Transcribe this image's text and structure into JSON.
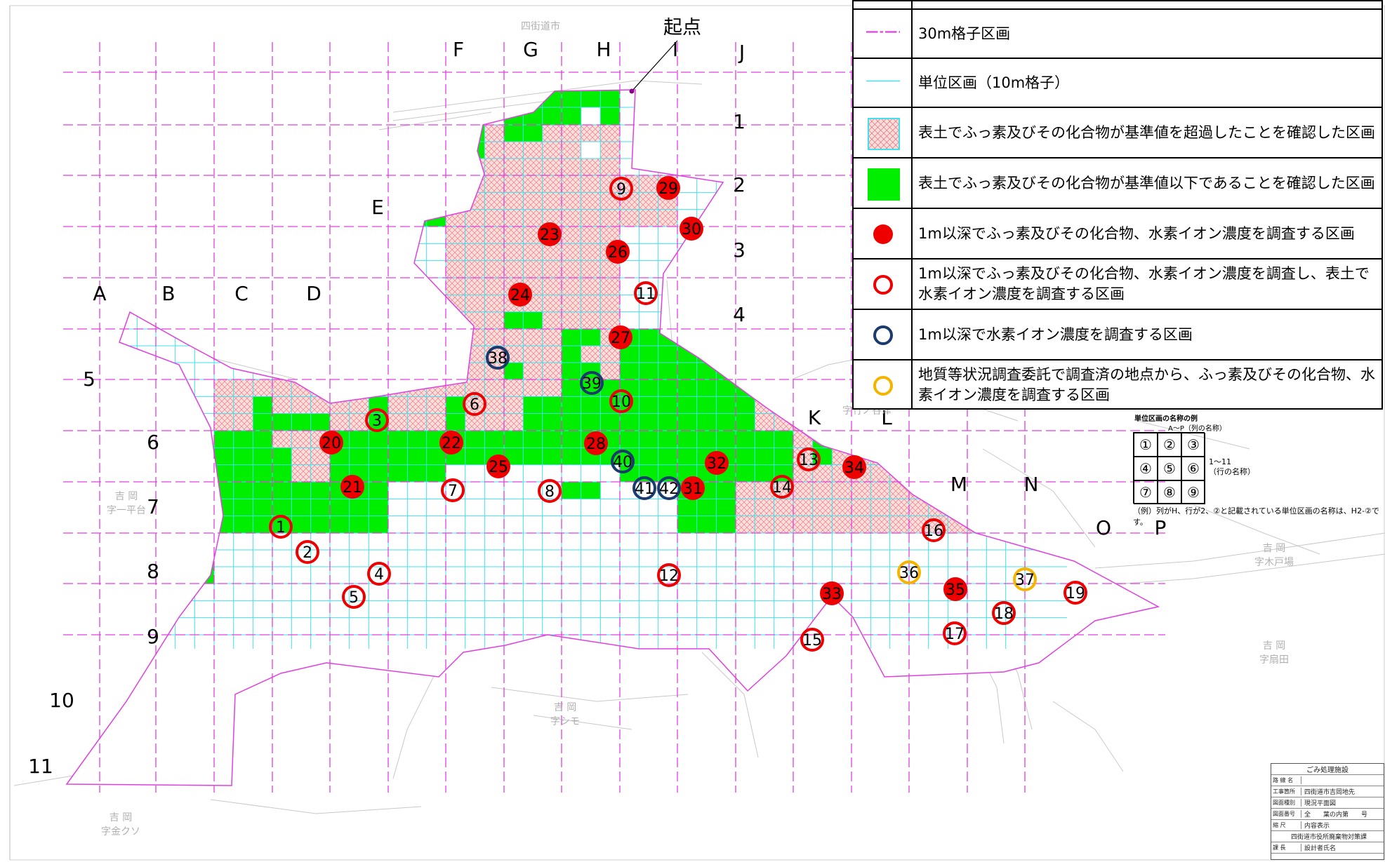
{
  "origin_label": "起点",
  "col_labels": [
    "A",
    "B",
    "C",
    "D",
    "E",
    "F",
    "G",
    "H",
    "I",
    "J",
    "K",
    "L",
    "M",
    "N",
    "O",
    "P"
  ],
  "row_labels": [
    "1",
    "2",
    "3",
    "4",
    "5",
    "6",
    "7",
    "8",
    "9",
    "10",
    "11"
  ],
  "background_place_names": [
    "四街道市",
    "吉 岡",
    "字シモ",
    "吉 岡",
    "字金クソ",
    "字竹ノ谷津",
    "吉 岡",
    "字木戸場",
    "吉 岡",
    "字扇田",
    "字一平台",
    "吉 岡"
  ],
  "legend": {
    "items": [
      {
        "symbol": "magenta-dashed-line",
        "text": "30m格子区画"
      },
      {
        "symbol": "cyan-line",
        "text": "単位区画（10m格子）"
      },
      {
        "symbol": "pink-hatch",
        "text": "表土でふっ素及びその化合物が基準値を超過したことを確認した区画"
      },
      {
        "symbol": "green-fill",
        "text": "表土でふっ素及びその化合物が基準値以下であることを確認した区画"
      },
      {
        "symbol": "red-dot",
        "text": "1m以深でふっ素及びその化合物、水素イオン濃度を調査する区画"
      },
      {
        "symbol": "red-ring",
        "text": "1m以深でふっ素及びその化合物、水素イオン濃度を調査し、表土で水素イオン濃度を調査する区画"
      },
      {
        "symbol": "blue-ring",
        "text": "1m以深で水素イオン濃度を調査する区画"
      },
      {
        "symbol": "yellow-ring",
        "text": "地質等状況調査委託で調査済の地点から、ふっ素及びその化合物、水素イオン濃度を調査する区画"
      }
    ]
  },
  "unit_example": {
    "title": "単位区画の名称の例",
    "subtitle": "A～P（列の名称）",
    "cells": [
      "①",
      "②",
      "③",
      "④",
      "⑤",
      "⑥",
      "⑦",
      "⑧",
      "⑨"
    ],
    "side_label": "1～11\n（行の名称）",
    "note": "（例）列がH、行が2、②と記載されている単位区画の名称は、H2-②です。"
  },
  "title_block": {
    "header": "ごみ処理施設",
    "rows": [
      {
        "key": "路 線 名",
        "value": ""
      },
      {
        "key": "工事箇所",
        "value": "四街道市吉岡地先"
      },
      {
        "key": "図面種別",
        "value": "現況平面図"
      },
      {
        "key": "図面番号",
        "value": "全　　葉の内第　　号"
      },
      {
        "key": "縮 尺",
        "value": "内容表示"
      },
      {
        "key": "",
        "value": "四街道市役所廃棄物対策課"
      },
      {
        "key": "課 長",
        "value": "設計者氏名"
      }
    ]
  },
  "points": [
    {
      "id": "1",
      "type": "red-ring"
    },
    {
      "id": "2",
      "type": "red-ring"
    },
    {
      "id": "3",
      "type": "red-ring"
    },
    {
      "id": "4",
      "type": "red-ring"
    },
    {
      "id": "5",
      "type": "red-ring"
    },
    {
      "id": "6",
      "type": "red-ring"
    },
    {
      "id": "7",
      "type": "red-ring"
    },
    {
      "id": "8",
      "type": "red-ring"
    },
    {
      "id": "9",
      "type": "red-ring"
    },
    {
      "id": "10",
      "type": "red-ring"
    },
    {
      "id": "11",
      "type": "red-ring"
    },
    {
      "id": "12",
      "type": "red-ring"
    },
    {
      "id": "13",
      "type": "red-ring"
    },
    {
      "id": "14",
      "type": "red-ring"
    },
    {
      "id": "15",
      "type": "red-ring"
    },
    {
      "id": "16",
      "type": "red-ring"
    },
    {
      "id": "17",
      "type": "red-ring"
    },
    {
      "id": "18",
      "type": "red-ring"
    },
    {
      "id": "19",
      "type": "red-ring"
    },
    {
      "id": "20",
      "type": "red-dot"
    },
    {
      "id": "21",
      "type": "red-dot"
    },
    {
      "id": "22",
      "type": "red-dot"
    },
    {
      "id": "23",
      "type": "red-dot"
    },
    {
      "id": "24",
      "type": "red-dot"
    },
    {
      "id": "25",
      "type": "red-dot"
    },
    {
      "id": "26",
      "type": "red-dot"
    },
    {
      "id": "27",
      "type": "red-dot"
    },
    {
      "id": "28",
      "type": "red-dot"
    },
    {
      "id": "29",
      "type": "red-dot"
    },
    {
      "id": "30",
      "type": "red-dot"
    },
    {
      "id": "31",
      "type": "red-dot"
    },
    {
      "id": "32",
      "type": "red-dot"
    },
    {
      "id": "33",
      "type": "red-dot"
    },
    {
      "id": "34",
      "type": "red-dot"
    },
    {
      "id": "35",
      "type": "red-dot"
    },
    {
      "id": "36",
      "type": "yellow-ring"
    },
    {
      "id": "37",
      "type": "yellow-ring"
    },
    {
      "id": "38",
      "type": "blue-ring"
    },
    {
      "id": "39",
      "type": "blue-ring"
    },
    {
      "id": "40",
      "type": "blue-ring"
    },
    {
      "id": "41",
      "type": "blue-ring"
    },
    {
      "id": "42",
      "type": "blue-ring"
    }
  ],
  "colors": {
    "grid30": "#e040e0",
    "grid10": "#40e0f0",
    "exceed": "#fadede",
    "exceed_hatch": "#dc5a5a",
    "below": "#00ee00",
    "red": "#ee0000",
    "blue": "#1b3a6e",
    "yellow": "#f5b400",
    "boundary": "#e040e0"
  }
}
